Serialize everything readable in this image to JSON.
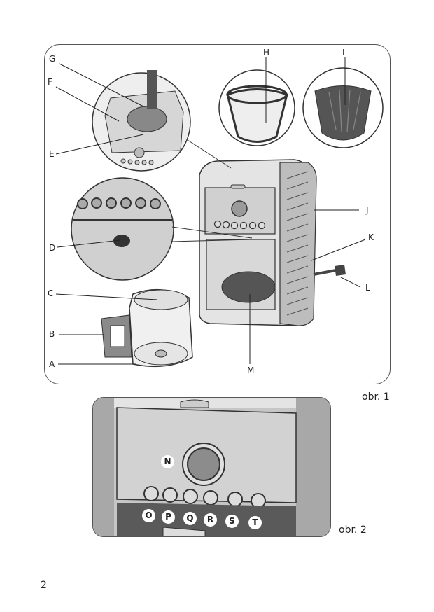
{
  "figure1": {
    "caption": "obr. 1",
    "labels": {
      "A": "A",
      "B": "B",
      "C": "C",
      "D": "D",
      "E": "E",
      "F": "F",
      "G": "G",
      "H": "H",
      "I": "I",
      "J": "J",
      "K": "K",
      "L": "L",
      "M": "M"
    }
  },
  "figure2": {
    "caption": "obr. 2",
    "labels": {
      "N": "N",
      "O": "O",
      "P": "P",
      "Q": "Q",
      "R": "R",
      "S": "S",
      "T": "T"
    }
  },
  "page_number": "2",
  "colors": {
    "line": "#333333",
    "body_light": "#e2e2e2",
    "body_mid": "#b8b8b8",
    "body_dark": "#5a5a5a"
  }
}
